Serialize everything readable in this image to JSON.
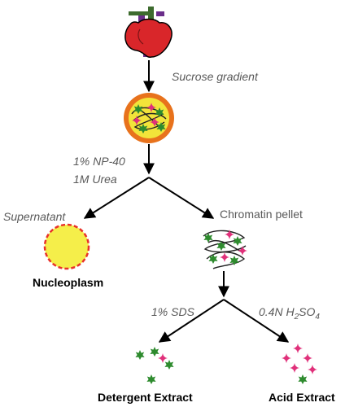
{
  "steps": {
    "sucrose": "Sucrose gradient",
    "np40_line1": "1% NP-40",
    "np40_line2": "1M Urea",
    "supernatant": "Supernatant",
    "chromatin_pellet": "Chromatin pellet",
    "sds": "1% SDS",
    "acid_prefix": "0.4N H",
    "acid_sub1": "2",
    "acid_mid": "SO",
    "acid_sub2": "4"
  },
  "products": {
    "nucleoplasm": "Nucleoplasm",
    "detergent": "Detergent Extract",
    "acid": "Acid Extract"
  },
  "icons": {
    "heart": "heart-icon",
    "nucleus": "nucleus-icon",
    "nucleoplasm": "nucleoplasm-circle-icon",
    "chromatin": "chromatin-pellet-icon",
    "detergent_particles": "green-starburst-icons",
    "acid_particles": "pink-sparkle-icons"
  },
  "colors": {
    "heart_red": "#d9262a",
    "nucleus_fill": "#f2e43a",
    "nucleus_ring": "#e8721c",
    "dashed_red": "#e8312a",
    "green_burst": "#2e8b2e",
    "pink_sparkle": "#e0307a",
    "label_gray": "#595959"
  }
}
